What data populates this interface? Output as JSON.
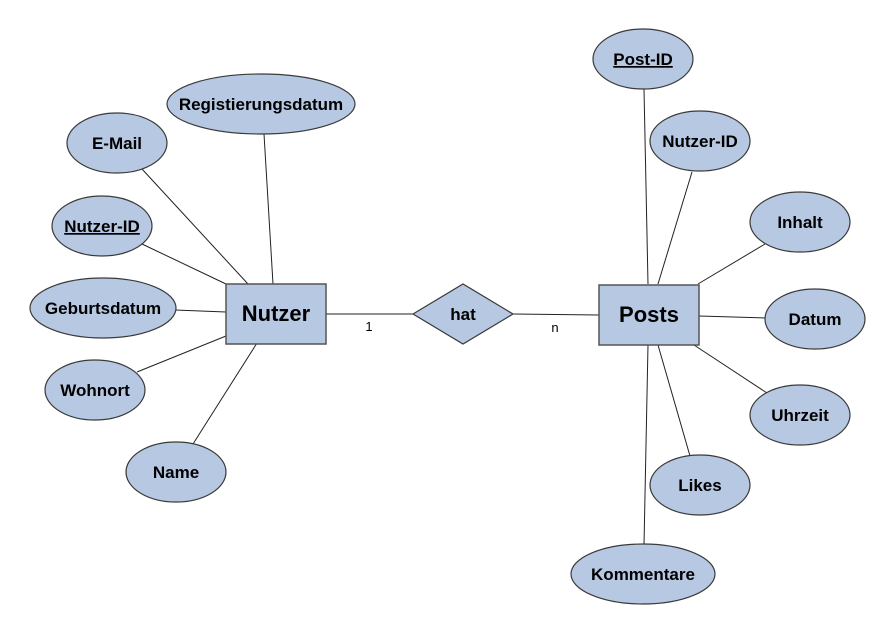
{
  "diagram": {
    "type": "ER-Diagram",
    "entities": [
      {
        "id": "nutzer",
        "label": "Nutzer"
      },
      {
        "id": "posts",
        "label": "Posts"
      }
    ],
    "relationship": {
      "label": "hat",
      "cardinality_left": "1",
      "cardinality_right": "n"
    },
    "nutzer_attributes": [
      {
        "label": "Registierungsdatum",
        "key": false
      },
      {
        "label": "E-Mail",
        "key": false
      },
      {
        "label": "Nutzer-ID",
        "key": true
      },
      {
        "label": "Geburtsdatum",
        "key": false
      },
      {
        "label": "Wohnort",
        "key": false
      },
      {
        "label": "Name",
        "key": false
      }
    ],
    "posts_attributes": [
      {
        "label": "Post-ID",
        "key": true
      },
      {
        "label": "Nutzer-ID",
        "key": false
      },
      {
        "label": "Inhalt",
        "key": false
      },
      {
        "label": "Datum",
        "key": false
      },
      {
        "label": "Uhrzeit",
        "key": false
      },
      {
        "label": "Likes",
        "key": false
      },
      {
        "label": "Kommentare",
        "key": false
      }
    ],
    "colors": {
      "fill": "#b7c9e2",
      "stroke": "#3a3a3a"
    }
  }
}
